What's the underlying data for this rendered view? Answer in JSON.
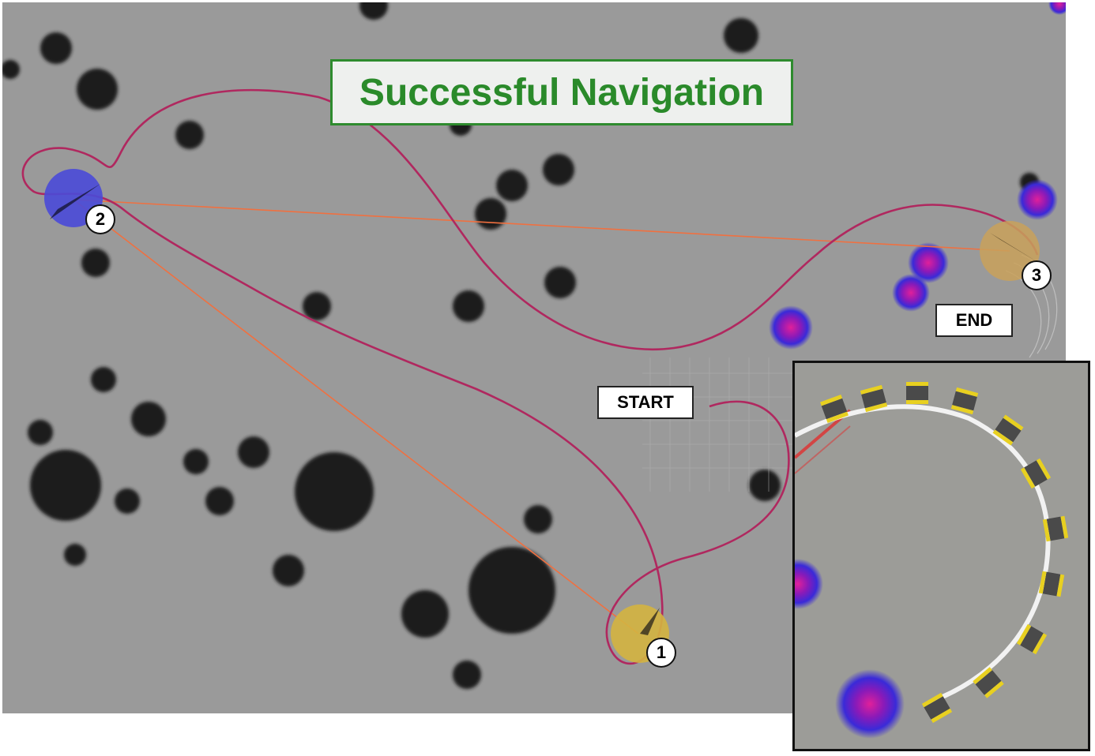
{
  "title": "Successful Navigation",
  "labels": {
    "start": "START",
    "end": "END"
  },
  "waypoints": [
    {
      "id": "1",
      "color": "#d4b440"
    },
    {
      "id": "2",
      "color": "#4a4ad8"
    },
    {
      "id": "3",
      "color": "#c9a15a"
    }
  ],
  "colors": {
    "map_background": "#9a9a9a",
    "obstacle": "#1a1a1a",
    "trajectory": "#b0285f",
    "goal_line": "#f07040",
    "title_text": "#2a8a2a",
    "title_border": "#2e8b2e",
    "costmap_outer": "#3a2ad8",
    "costmap_inner": "#e0209a"
  }
}
